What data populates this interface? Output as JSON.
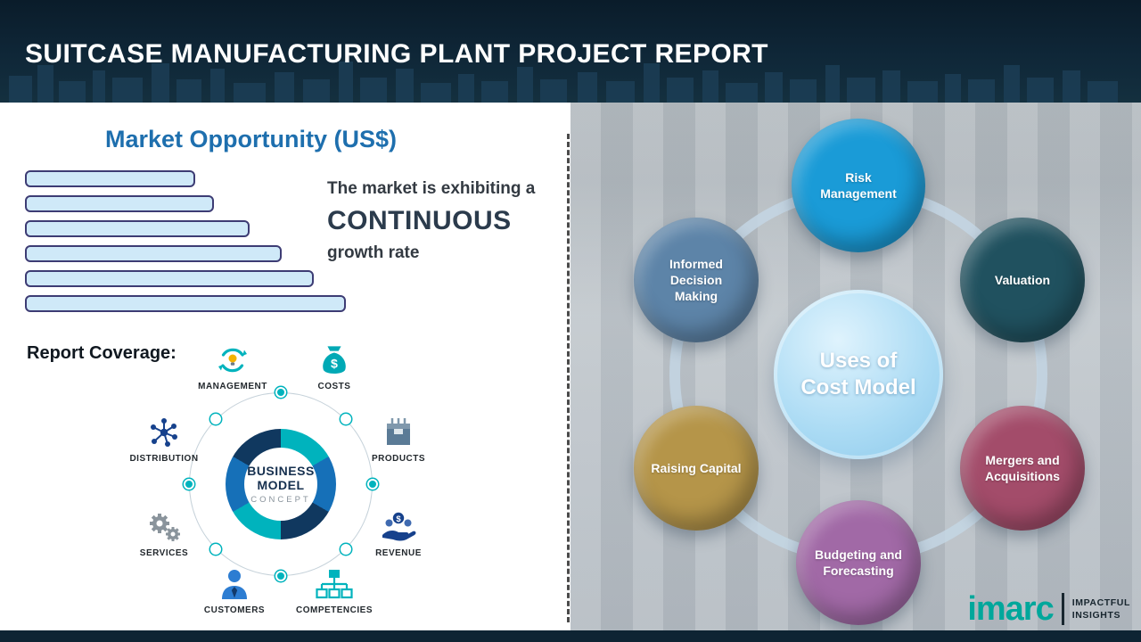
{
  "header": {
    "title": "SUITCASE MANUFACTURING PLANT PROJECT REPORT"
  },
  "left": {
    "section_title": "Market Opportunity (US$)",
    "market_text": {
      "intro": "The market is exhibiting a",
      "highlight": "CONTINUOUS",
      "suffix": "growth rate"
    },
    "report_coverage_label": "Report Coverage:",
    "business_model": {
      "center_line1": "BUSINESS",
      "center_line2": "MODEL",
      "center_line3": "CONCEPT",
      "items": [
        {
          "label": "MANAGEMENT",
          "icon": "recycle-bulb-icon"
        },
        {
          "label": "COSTS",
          "icon": "money-bag-icon"
        },
        {
          "label": "DISTRIBUTION",
          "icon": "network-icon"
        },
        {
          "label": "PRODUCTS",
          "icon": "package-icon"
        },
        {
          "label": "SERVICES",
          "icon": "gears-icon"
        },
        {
          "label": "REVENUE",
          "icon": "hand-coins-icon"
        },
        {
          "label": "CUSTOMERS",
          "icon": "person-icon"
        },
        {
          "label": "COMPETENCIES",
          "icon": "org-chart-icon"
        }
      ]
    }
  },
  "chart_data": {
    "type": "bar",
    "orientation": "horizontal",
    "title": "Market Opportunity (US$)",
    "categories": [
      "",
      "",
      "",
      "",
      "",
      ""
    ],
    "values": [
      53,
      59,
      70,
      80,
      90,
      100
    ],
    "bar_fill": "#cfe9f8",
    "bar_border": "#3d3c74"
  },
  "right": {
    "center": {
      "line1": "Uses of",
      "line2": "Cost Model",
      "color": "#a7d9f3"
    },
    "nodes": [
      {
        "label": "Risk Management",
        "color": "#1a9bd7"
      },
      {
        "label": "Valuation",
        "color": "#20515f"
      },
      {
        "label": "Mergers and Acquisitions",
        "color": "#a34c6a"
      },
      {
        "label": "Budgeting and Forecasting",
        "color": "#a169a6"
      },
      {
        "label": "Raising Capital",
        "color": "#b59549"
      },
      {
        "label": "Informed Decision Making",
        "color": "#5d84a8"
      }
    ]
  },
  "logo": {
    "brand": "imarc",
    "tagline1": "IMPACTFUL",
    "tagline2": "INSIGHTS"
  }
}
